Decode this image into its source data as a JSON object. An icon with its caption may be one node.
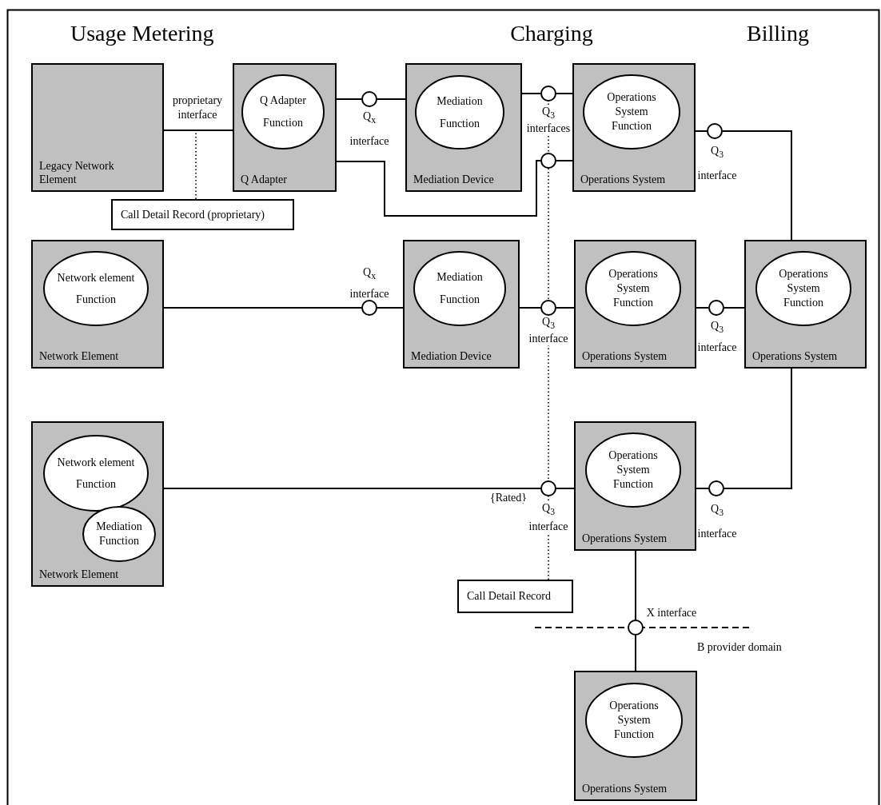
{
  "diagram": {
    "nodes": [
      {
        "text": [
          "Legacy Network Element"
        ]
      },
      {
        "text": [
          "Q Adapter"
        ]
      },
      {
        "text": [
          "Q Adapter Function"
        ],
        "in": 1
      },
      {
        "text": [],
        "shape": "circle",
        "beside": [
          "Q$_{x}$ interface"
        ]
      },
      {
        "text": [
          "Mediation Device"
        ]
      },
      {
        "text": [
          "Mediation Function"
        ],
        "in": 4
      },
      {
        "text": [],
        "shape": "circle",
        "beside": [
          "Q$_{3}$ interfaces"
        ]
      },
      {
        "text": [
          "Operations System"
        ]
      },
      {
        "text": [
          "Operations System Function"
        ],
        "in": 7
      },
      {
        "text": [],
        "shape": "circle",
        "beside": [
          "Q$_{3}$ interface"
        ]
      },
      {
        "text": [],
        "shape": "circle"
      },
      {
        "text": [
          "Call Detail Record (proprietary)"
        ]
      },
      {
        "text": [
          "Network Element"
        ]
      },
      {
        "text": [
          "Network element Function"
        ],
        "in": 12
      },
      {
        "text": [],
        "shape": "circle",
        "beside": [
          "Q$_{x}$ interface"
        ]
      },
      {
        "text": [
          "Mediation Device"
        ]
      },
      {
        "text": [
          "Mediation Function"
        ],
        "in": 15
      },
      {
        "text": [],
        "shape": "circle",
        "beside": [
          "Q$_{3}$ interface"
        ]
      },
      {
        "text": [
          "Operations System"
        ]
      },
      {
        "text": [
          "Operations System Function"
        ],
        "in": 18
      },
      {
        "text": [],
        "shape": "circle",
        "beside": [
          "Q$_{3}$ interface"
        ]
      },
      {
        "text": [
          "Operations System"
        ]
      },
      {
        "text": [
          "Operations System Function"
        ],
        "in": 21
      },
      {
        "text": [
          "Network Element"
        ]
      },
      {
        "text": [
          "Network element Function"
        ],
        "in": 23
      },
      {
        "text": [
          "Mediation Function"
        ],
        "in": 23
      },
      {
        "text": [],
        "shape": "circle",
        "beside": [
          "{Rated}",
          "Q$_{3}$ interface"
        ]
      },
      {
        "text": [
          "Operations System"
        ]
      },
      {
        "text": [
          "Operations System Function"
        ],
        "in": 27
      },
      {
        "text": [],
        "shape": "circle",
        "beside": [
          "Q$_{3}$ interface"
        ]
      },
      {
        "text": [
          "Call Detail Record"
        ]
      },
      {
        "text": [],
        "shape": "circle",
        "beside": [
          "X interface"
        ]
      },
      {
        "text": [
          "Operations System"
        ]
      },
      {
        "text": [
          "Operations System Function"
        ],
        "in": 32
      }
    ],
    "edges": [
      {
        "from": 0,
        "to": 1,
        "arrow": "none",
        "label": "proprietary interface"
      },
      {
        "from": 1,
        "to": 3,
        "arrow": "none"
      },
      {
        "from": 3,
        "to": 4,
        "arrow": "none"
      },
      {
        "from": 4,
        "to": 6,
        "arrow": "none"
      },
      {
        "from": 6,
        "to": 7,
        "arrow": "none"
      },
      {
        "from": 1,
        "to": 10,
        "arrow": "none"
      },
      {
        "from": 10,
        "to": 7,
        "arrow": "none"
      },
      {
        "from": 7,
        "to": 9,
        "arrow": "none"
      },
      {
        "from": 9,
        "to": 21,
        "arrow": "none"
      },
      {
        "from": 12,
        "to": 14,
        "arrow": "none"
      },
      {
        "from": 14,
        "to": 15,
        "arrow": "none"
      },
      {
        "from": 15,
        "to": 17,
        "arrow": "none"
      },
      {
        "from": 17,
        "to": 18,
        "arrow": "none"
      },
      {
        "from": 18,
        "to": 20,
        "arrow": "none"
      },
      {
        "from": 20,
        "to": 21,
        "arrow": "none"
      },
      {
        "from": 23,
        "to": 26,
        "arrow": "none"
      },
      {
        "from": 26,
        "to": 27,
        "arrow": "none"
      },
      {
        "from": 27,
        "to": 29,
        "arrow": "none"
      },
      {
        "from": 29,
        "to": 21,
        "arrow": "none"
      },
      {
        "from": 27,
        "to": 31,
        "arrow": "none"
      },
      {
        "from": 31,
        "to": 32,
        "arrow": "none"
      },
      {
        "from": 11,
        "to": null,
        "arrow": "none",
        "style": "dashed"
      },
      {
        "from": 30,
        "to": 6,
        "arrow": "none",
        "style": "dashed"
      }
    ],
    "labels": [
      "Usage Metering",
      "Charging",
      "Billing",
      "B provider domain"
    ]
  }
}
